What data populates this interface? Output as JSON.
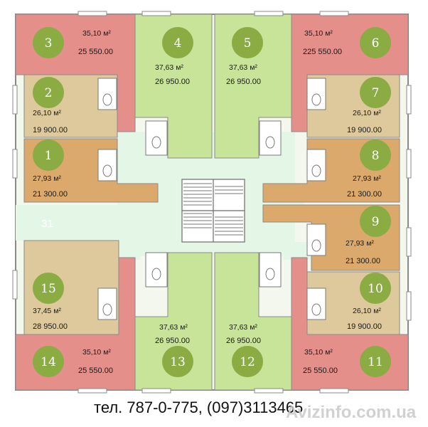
{
  "plan": {
    "corridor_label": "31",
    "colors": {
      "red": "#e48f8a",
      "green": "#c8e499",
      "tan": "#ddc99b",
      "orange": "#dba96b",
      "corridor": "#e4f6e6",
      "circle": "#8aac43",
      "wall": "#7a7a7a"
    },
    "units": [
      {
        "id": "3",
        "area": "35,10 м²",
        "price": "25 550.00"
      },
      {
        "id": "4",
        "area": "37,63 м²",
        "price": "26 950.00"
      },
      {
        "id": "5",
        "area": "37,63 м²",
        "price": "26 950.00"
      },
      {
        "id": "6",
        "area": "35,10 м²",
        "price": "225 550.00"
      },
      {
        "id": "2",
        "area": "26,10 м²",
        "price": "19 900.00"
      },
      {
        "id": "7",
        "area": "26,10 м²",
        "price": "19 900.00"
      },
      {
        "id": "1",
        "area": "27,93 м²",
        "price": "21 300.00"
      },
      {
        "id": "8",
        "area": "27,93 м²",
        "price": "21 300.00"
      },
      {
        "id": "9",
        "area": "27,93 м²",
        "price": "21 300.00"
      },
      {
        "id": "15",
        "area": "37,45 м²",
        "price": "28 950.00"
      },
      {
        "id": "10",
        "area": "26,10 м²",
        "price": "19 900.00"
      },
      {
        "id": "13",
        "area": "37,63 м²",
        "price": "26 950.00"
      },
      {
        "id": "12",
        "area": "37,63 м²",
        "price": "26 950.00"
      },
      {
        "id": "14",
        "area": "35,10 м²",
        "price": "25 550.00"
      },
      {
        "id": "11",
        "area": "35,10 м²",
        "price": "25 550.00"
      }
    ]
  },
  "footer": {
    "phone": "тел. 787-0-775, (097)3113465",
    "watermark": "Avizinfo.com.ua"
  }
}
